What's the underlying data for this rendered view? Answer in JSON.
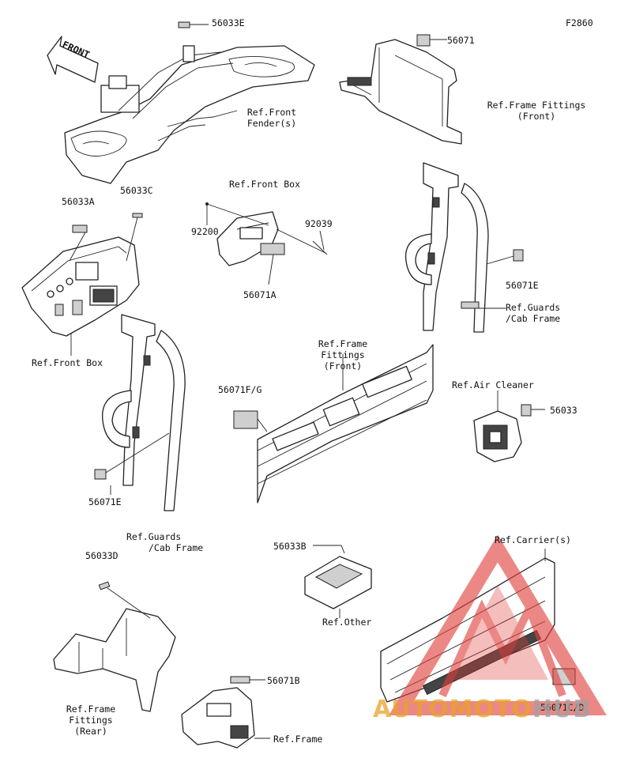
{
  "figure_code": "F2860",
  "front_arrow": "FRONT",
  "labels": {
    "p56033E": "56033E",
    "p56071": "56071",
    "ref_front_fender": [
      "Ref.Front",
      "Fender(s)"
    ],
    "ref_frame_fittings_front_top": [
      "Ref.Frame Fittings",
      "(Front)"
    ],
    "p56033A": "56033A",
    "p56033C": "56033C",
    "ref_front_box_top": "Ref.Front Box",
    "p92200": "92200",
    "p92039": "92039",
    "p56071A": "56071A",
    "ref_front_box": "Ref.Front Box",
    "p56071E_right": "56071E",
    "ref_guards_right": [
      "Ref.Guards",
      "/Cab Frame"
    ],
    "ref_frame_fittings_front_mid": [
      "Ref.Frame",
      "Fittings",
      "(Front)"
    ],
    "ref_air_cleaner": "Ref.Air Cleaner",
    "p56033": "56033",
    "p56071FG": "56071F/G",
    "p56071E_left": "56071E",
    "ref_guards_left": [
      "Ref.Guards",
      "/Cab Frame"
    ],
    "p56033D": "56033D",
    "p56033B": "56033B",
    "ref_other": "Ref.Other",
    "ref_carriers": "Ref.Carrier(s)",
    "ref_frame_fittings_rear": [
      "Ref.Frame",
      "Fittings",
      "(Rear)"
    ],
    "p56071B": "56071B",
    "ref_frame": "Ref.Frame",
    "p56071CD": "56071C/D"
  },
  "watermark": {
    "part1": "AUTOMOTO",
    "part2": "HUB",
    "colors": {
      "triangle": "#e0403c",
      "text_orange": "#e8a228",
      "text_gray": "#9a9a9a"
    }
  }
}
